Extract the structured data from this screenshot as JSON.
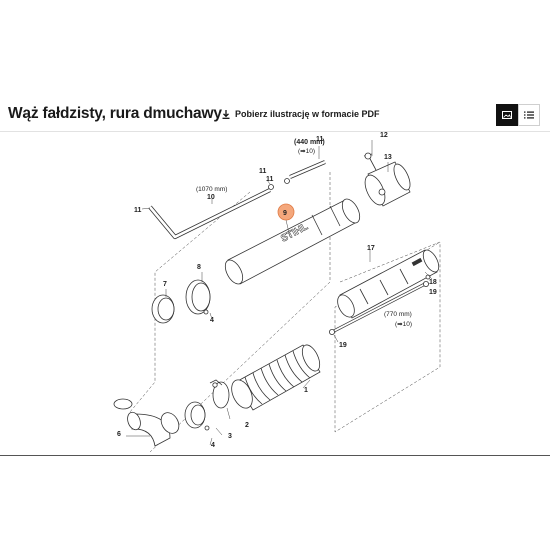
{
  "header": {
    "title": "Wąż fałdzisty, rura dmuchawy",
    "pdf_label": "Pobierz ilustrację w formacie PDF"
  },
  "view_toggle": {
    "active": "image-view",
    "options": [
      "image-view",
      "list-view"
    ]
  },
  "diagram": {
    "highlight_color": "#f4a77c",
    "callouts": {
      "c1": "1",
      "c2": "2",
      "c3": "3",
      "c4a": "4",
      "c4b": "4",
      "c6": "6",
      "c7": "7",
      "c8": "8",
      "c9": "9",
      "c10": "10",
      "c10b": "10",
      "c10c": "10",
      "c11a": "11",
      "c11b": "11",
      "c11c": "11",
      "c11d": "11",
      "c12": "12",
      "c13": "13",
      "c17": "17",
      "c18": "18",
      "c19a": "19",
      "c19b": "19"
    },
    "lengths": {
      "len440": "(440 mm)",
      "len1070": "(1070 mm)",
      "len770": "(770 mm)",
      "ref440": "(➡10)",
      "ref770": "(➡10)"
    },
    "brand_text": "STIHL"
  }
}
